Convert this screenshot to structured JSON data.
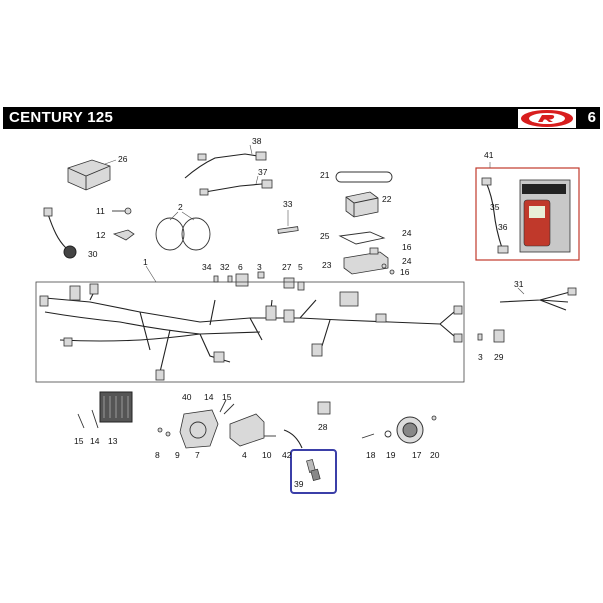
{
  "header": {
    "title": "CENTURY 125",
    "page_number": "6",
    "logo_icon": "brand-logo-icon",
    "logo_color": "#d81e1e"
  },
  "colors": {
    "header_bg": "#000000",
    "highlight_box": "#3b3fa8",
    "kit_box_border": "#c0392b"
  },
  "labels": [
    {
      "id": "p26",
      "text": "26"
    },
    {
      "id": "p38",
      "text": "38"
    },
    {
      "id": "p37",
      "text": "37"
    },
    {
      "id": "p21",
      "text": "21"
    },
    {
      "id": "p22",
      "text": "22"
    },
    {
      "id": "p41",
      "text": "41"
    },
    {
      "id": "p35",
      "text": "35"
    },
    {
      "id": "p36",
      "text": "36"
    },
    {
      "id": "p11",
      "text": "11"
    },
    {
      "id": "p2",
      "text": "2"
    },
    {
      "id": "p33",
      "text": "33"
    },
    {
      "id": "p25",
      "text": "25"
    },
    {
      "id": "p24a",
      "text": "24"
    },
    {
      "id": "p16a",
      "text": "16"
    },
    {
      "id": "p23",
      "text": "23"
    },
    {
      "id": "p24b",
      "text": "24"
    },
    {
      "id": "p16b",
      "text": "16"
    },
    {
      "id": "p12",
      "text": "12"
    },
    {
      "id": "p30",
      "text": "30"
    },
    {
      "id": "p1",
      "text": "1"
    },
    {
      "id": "p34",
      "text": "34"
    },
    {
      "id": "p32",
      "text": "32"
    },
    {
      "id": "p6",
      "text": "6"
    },
    {
      "id": "p3a",
      "text": "3"
    },
    {
      "id": "p27",
      "text": "27"
    },
    {
      "id": "p5",
      "text": "5"
    },
    {
      "id": "p31",
      "text": "31"
    },
    {
      "id": "p3b",
      "text": "3"
    },
    {
      "id": "p29",
      "text": "29"
    },
    {
      "id": "p40",
      "text": "40"
    },
    {
      "id": "p14a",
      "text": "14"
    },
    {
      "id": "p15a",
      "text": "15"
    },
    {
      "id": "p15b",
      "text": "15"
    },
    {
      "id": "p14b",
      "text": "14"
    },
    {
      "id": "p13",
      "text": "13"
    },
    {
      "id": "p8",
      "text": "8"
    },
    {
      "id": "p9",
      "text": "9"
    },
    {
      "id": "p7",
      "text": "7"
    },
    {
      "id": "p4",
      "text": "4"
    },
    {
      "id": "p10",
      "text": "10"
    },
    {
      "id": "p42",
      "text": "42"
    },
    {
      "id": "p28",
      "text": "28"
    },
    {
      "id": "p39",
      "text": "39"
    },
    {
      "id": "p18",
      "text": "18"
    },
    {
      "id": "p19",
      "text": "19"
    },
    {
      "id": "p17",
      "text": "17"
    },
    {
      "id": "p20",
      "text": "20"
    }
  ]
}
